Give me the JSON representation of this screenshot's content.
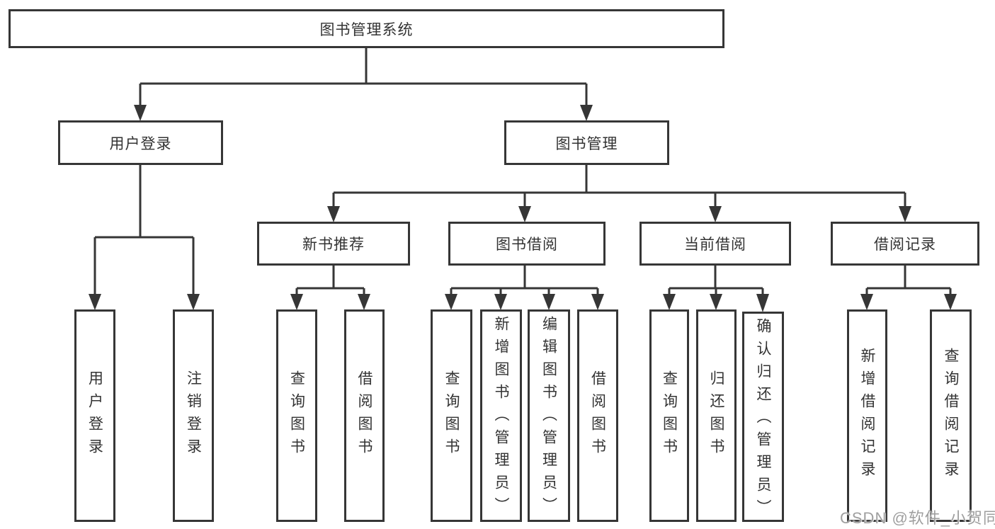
{
  "nodes": {
    "root": "图书管理系统",
    "user_login": "用户登录",
    "book_mgmt": "图书管理",
    "new_book_rec": "新书推荐",
    "book_borrow": "图书借阅",
    "current_borrow": "当前借阅",
    "borrow_record": "借阅记录",
    "leaf_user_login": "用户登录",
    "leaf_logout": "注销登录",
    "leaf_rec_query": "查询图书",
    "leaf_rec_borrow": "借阅图书",
    "leaf_bb_query": "查询图书",
    "leaf_bb_add": "新增图书（管理员）",
    "leaf_bb_edit": "编辑图书（管理员）",
    "leaf_bb_borrow": "借阅图书",
    "leaf_cb_query": "查询图书",
    "leaf_cb_return": "归还图书",
    "leaf_cb_confirm": "确认归还（管理员）",
    "leaf_br_add": "新增借阅记录",
    "leaf_br_query": "查询借阅记录"
  },
  "watermark": "CSDN @软件_小贺同学",
  "colors": {
    "line": "#363636",
    "text": "#333333",
    "watermark": "#9f9f9f",
    "background": "#ffffff"
  }
}
